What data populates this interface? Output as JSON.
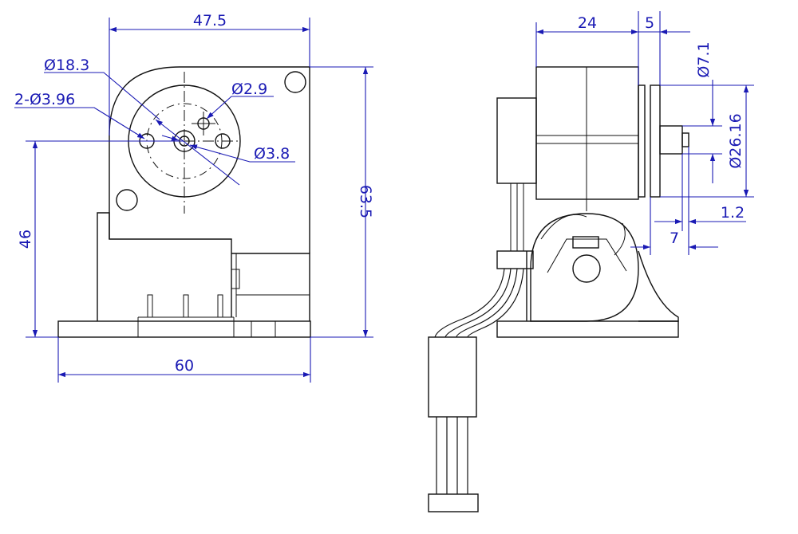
{
  "colors": {
    "part_line": "#111111",
    "dimension": "#1a1ab4",
    "background": "#ffffff"
  },
  "front_view": {
    "width_top": "47.5",
    "hub_diameter": "Ø18.3",
    "mount_holes": "2-Ø3.96",
    "small_hole": "Ø2.9",
    "shaft_diameter": "Ø3.8",
    "total_height": "63.5",
    "axis_height": "46",
    "base_width": "60"
  },
  "side_view": {
    "body_depth": "24",
    "flange_depth": "5",
    "shaft_tip_diameter": "Ø7.1",
    "flange_diameter": "Ø26.16",
    "shaft_step": "1.2",
    "shaft_length": "7"
  }
}
